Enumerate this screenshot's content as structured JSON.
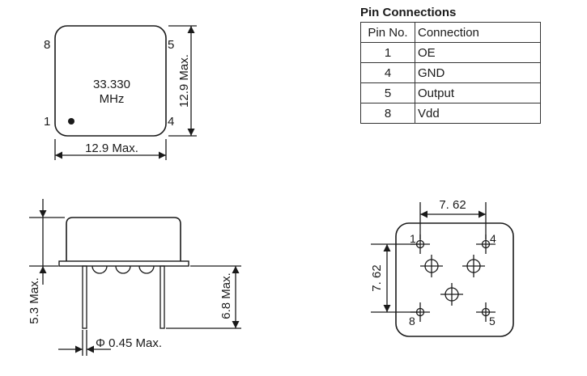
{
  "top_view": {
    "frequency_line1": "33.330",
    "frequency_line2": "MHz",
    "pin_8": "8",
    "pin_5": "5",
    "pin_1": "1",
    "pin_4": "4",
    "width_dim": "12.9 Max.",
    "height_dim": "12.9 Max."
  },
  "side_view": {
    "body_height_dim": "5.3 Max.",
    "lead_length_dim": "6.8 Max.",
    "lead_diameter_dim": "Φ 0.45 Max."
  },
  "bottom_view": {
    "horizontal_spacing": "7. 62",
    "vertical_spacing": "7. 62",
    "pin_1": "1",
    "pin_4": "4",
    "pin_8": "8",
    "pin_5": "5"
  },
  "pin_table": {
    "title": "Pin Connections",
    "header_pin": "Pin No.",
    "header_conn": "Connection",
    "rows": [
      {
        "pin": "1",
        "conn": "OE"
      },
      {
        "pin": "4",
        "conn": "GND"
      },
      {
        "pin": "5",
        "conn": "Output"
      },
      {
        "pin": "8",
        "conn": "Vdd"
      }
    ]
  }
}
